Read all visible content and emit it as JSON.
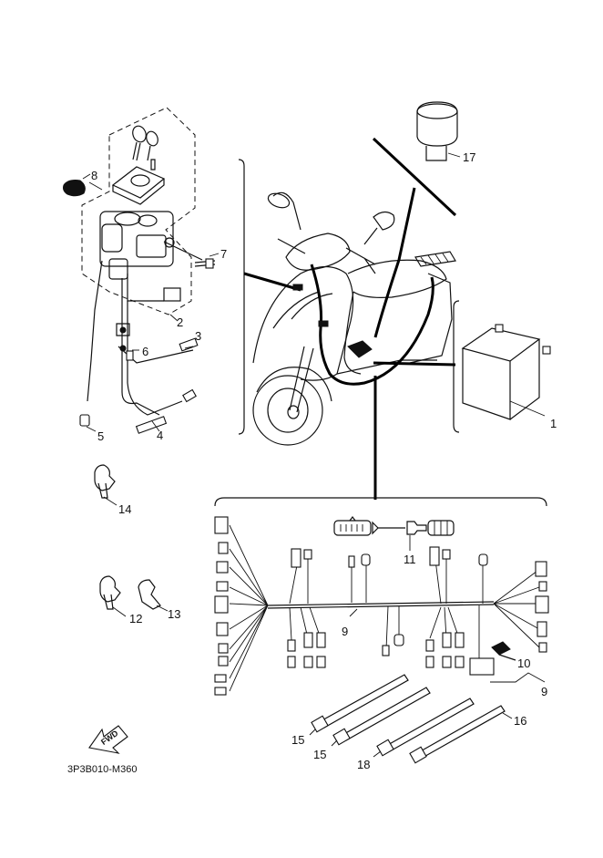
{
  "part_labels": [
    {
      "key": "p1",
      "text": "1"
    },
    {
      "key": "p2",
      "text": "2"
    },
    {
      "key": "p3",
      "text": "3"
    },
    {
      "key": "p4",
      "text": "4"
    },
    {
      "key": "p5",
      "text": "5"
    },
    {
      "key": "p6",
      "text": "6"
    },
    {
      "key": "p7",
      "text": "7"
    },
    {
      "key": "p8",
      "text": "8"
    },
    {
      "key": "p9a",
      "text": "9"
    },
    {
      "key": "p9b",
      "text": "9"
    },
    {
      "key": "p10",
      "text": "10"
    },
    {
      "key": "p11",
      "text": "11"
    },
    {
      "key": "p12",
      "text": "12"
    },
    {
      "key": "p13",
      "text": "13"
    },
    {
      "key": "p14",
      "text": "14"
    },
    {
      "key": "p15a",
      "text": "15"
    },
    {
      "key": "p15b",
      "text": "15"
    },
    {
      "key": "p16",
      "text": "16"
    },
    {
      "key": "p17",
      "text": "17"
    },
    {
      "key": "p18",
      "text": "18"
    }
  ],
  "diagram_code": "3P3B010-M360",
  "fwd_label": "FWD"
}
